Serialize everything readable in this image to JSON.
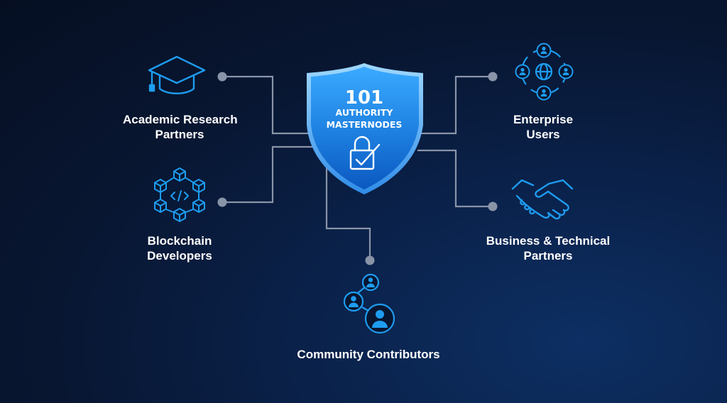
{
  "center": {
    "number": "101",
    "line1": "AUTHORITY",
    "line2": "MASTERNODES"
  },
  "nodes": {
    "academic": {
      "line1": "Academic Research",
      "line2": "Partners",
      "icon": "graduation-cap-icon"
    },
    "enterprise": {
      "line1": "Enterprise",
      "line2": "Users",
      "icon": "user-network-globe-icon"
    },
    "blockchain": {
      "line1": "Blockchain",
      "line2": "Developers",
      "icon": "blockchain-code-icon"
    },
    "business": {
      "line1": "Business & Technical",
      "line2": "Partners",
      "icon": "handshake-icon"
    },
    "community": {
      "line1": "Community Contributors",
      "icon": "community-users-icon"
    }
  },
  "colors": {
    "accent": "#1e9cf0",
    "shield_top": "#38a8ff",
    "shield_bottom": "#0c5cc4",
    "connector": "#8a94a8",
    "background": "#081631"
  }
}
